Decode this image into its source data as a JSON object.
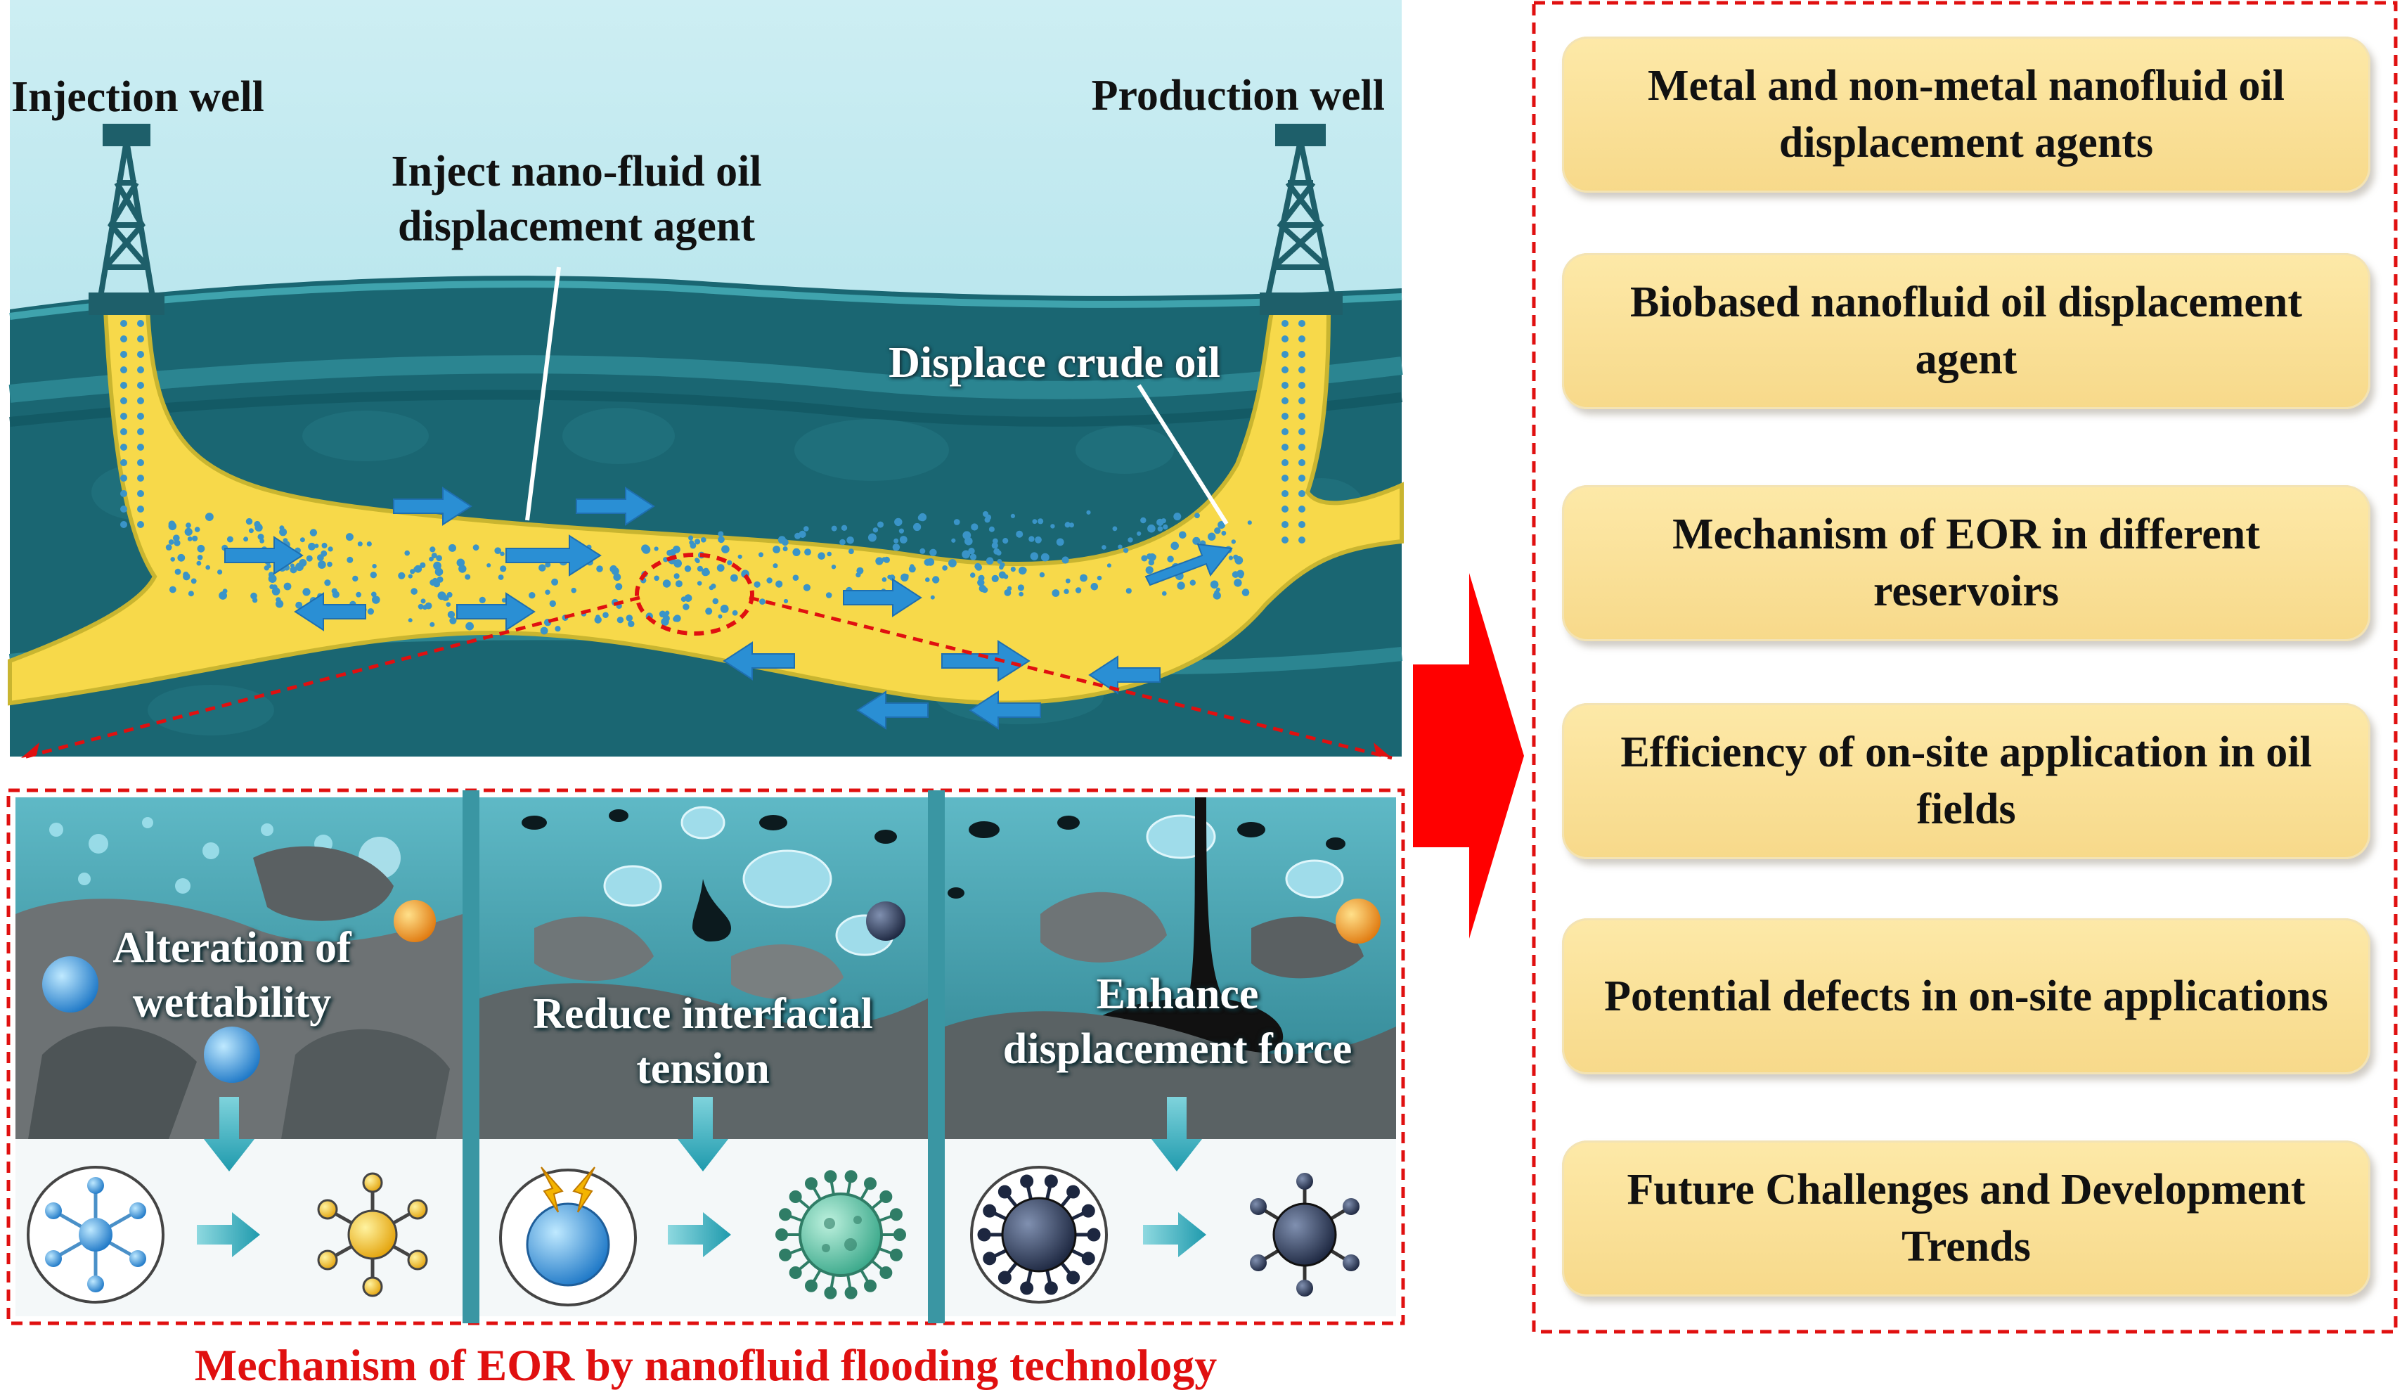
{
  "top": {
    "injection_well": "Injection well",
    "production_well": "Production well",
    "inject_label": "Inject nano-fluid oil displacement agent",
    "displace_label": "Displace crude oil"
  },
  "mechanisms": [
    {
      "label": "Alteration of wettability"
    },
    {
      "label": "Reduce interfacial tension"
    },
    {
      "label": "Enhance displacement force"
    }
  ],
  "caption": "Mechanism of EOR by nanofluid flooding technology",
  "topics": [
    "Metal and non-metal nanofluid oil displacement agents",
    "Biobased nanofluid oil displacement agent",
    "Mechanism of EOR in different reservoirs",
    "Efficiency of on-site application in oil fields",
    "Potential defects in on-site applications",
    "Future Challenges and Development Trends"
  ],
  "colors": {
    "accent_red": "#e01010",
    "oil_yellow": "#f7d94a",
    "rock_teal": "#1f6e78",
    "box_fill": "#fbe3a0"
  }
}
